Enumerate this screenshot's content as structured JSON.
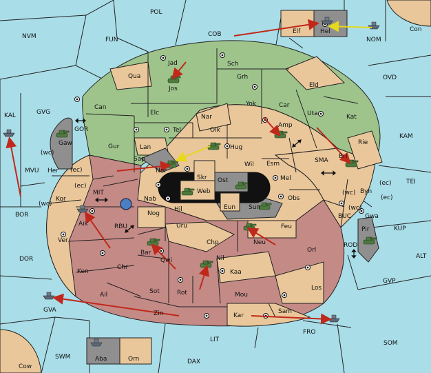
{
  "labels": {
    "sea": [
      "POL",
      "NVM",
      "FUN",
      "COB",
      "Con",
      "NOM",
      "OVD",
      "KAL",
      "GVG",
      "GOR",
      "MVU",
      "KAM",
      "SMA",
      "TEI",
      "MIT",
      "BOR",
      "RBU",
      "BUC",
      "KUP",
      "DOR",
      "ROD",
      "ALT",
      "GVP",
      "GVA",
      "FRO",
      "SOM",
      "LIT",
      "SWM",
      "DAX",
      "Cow"
    ],
    "green": [
      "Jad",
      "Sch",
      "Qua",
      "Jos",
      "Grh",
      "Eld",
      "Can",
      "Yok",
      "Car",
      "Elc",
      "Nar",
      "Uta",
      "Kat",
      "Tel",
      "Olk",
      "Amp",
      "Gur",
      "Lan",
      "Hug",
      "Rie",
      "Bri",
      "Sap",
      "Nor",
      "Gaw",
      "Elf"
    ],
    "tan": [
      "Her",
      "Skr",
      "Ost",
      "Wil",
      "Esm",
      "Web",
      "Mel",
      "Kor",
      "Nab",
      "Hil",
      "Obs",
      "Byn",
      "Nog",
      "Gwa",
      "Uru",
      "Eun",
      "Sun",
      "Feu",
      "Chp",
      "Neu",
      "Orl",
      "Bar",
      "Qwi",
      "Nil",
      "Pir",
      "Kaa",
      "Sot",
      "Rot",
      "Mou",
      "Los",
      "Zin",
      "Kar",
      "Sam",
      "Orn"
    ],
    "red": [
      "Aik",
      "Ver",
      "Ken",
      "Chr",
      "Ail",
      "Hel"
    ],
    "gray": [
      "Aba"
    ],
    "coast": [
      "(wc)",
      "(ec)",
      "(wc)",
      "(ec)",
      "(wc)",
      "(ec)",
      "(wc)",
      "(ec)"
    ]
  },
  "colors": {
    "sea": "#a9dde8",
    "green": "#9ec48c",
    "tan": "#e9c79a",
    "red": "#c48a86",
    "gray": "#8f8f8f",
    "move_arrow": "#c0281b",
    "support_arrow": "#e7d81c"
  },
  "icons": {
    "supply_center": "supply-center-icon",
    "army": "tank-icon",
    "fleet": "ship-icon",
    "connection": "double-arrow-icon"
  }
}
